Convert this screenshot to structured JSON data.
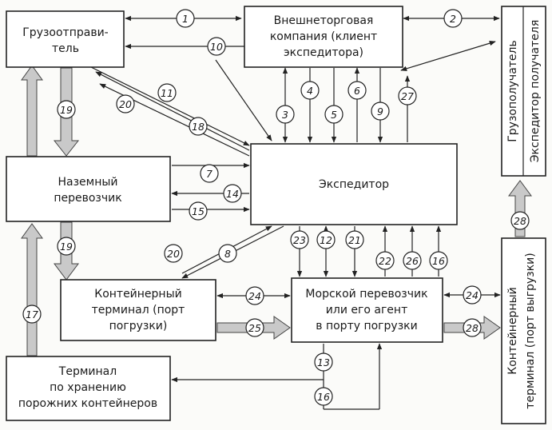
{
  "boxes": {
    "shipper": [
      "Грузоотправи-",
      "тель"
    ],
    "foreign_trade": [
      "Внешнеторговая",
      "компания (клиент",
      "экспедитора)"
    ],
    "consignee": "Грузополучатель",
    "receiver_forwarder": "Экспедитор получателя",
    "land_carrier": [
      "Наземный",
      "перевозчик"
    ],
    "forwarder": "Экспедитор",
    "container_terminal_load": [
      "Контейнерный",
      "терминал (порт",
      "погрузки)"
    ],
    "sea_carrier": [
      "Морской перевозчик",
      "или его агент",
      "в порту погрузки"
    ],
    "container_terminal_unload": [
      "Контейнерный",
      "терминал (порт выгрузки)"
    ],
    "empty_storage": [
      "Терминал",
      "по хранению",
      "порожних контейнеров"
    ]
  },
  "numbers": {
    "n1": "1",
    "n2": "2",
    "n3": "3",
    "n4": "4",
    "n5": "5",
    "n6": "6",
    "n7": "7",
    "n8": "8",
    "n9": "9",
    "n10": "10",
    "n11": "11",
    "n12": "12",
    "n13": "13",
    "n14": "14",
    "n15": "15",
    "n16a": "16",
    "n16b": "16",
    "n17": "17",
    "n18": "18",
    "n19a": "19",
    "n19b": "19",
    "n20a": "20",
    "n20b": "20",
    "n21": "21",
    "n22": "22",
    "n23": "23",
    "n24a": "24",
    "n24b": "24",
    "n25": "25",
    "n26": "26",
    "n27": "27",
    "n28a": "28",
    "n28b": "28"
  }
}
